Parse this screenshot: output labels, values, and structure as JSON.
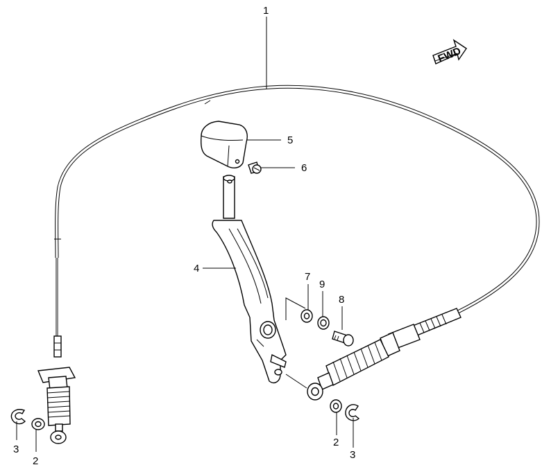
{
  "fwd_badge": {
    "text": "FWD"
  },
  "callouts": [
    {
      "id": "cable",
      "number": "1"
    },
    {
      "id": "washer-left",
      "number": "2"
    },
    {
      "id": "washer-right",
      "number": "2"
    },
    {
      "id": "eclip-left",
      "number": "3"
    },
    {
      "id": "eclip-right",
      "number": "3"
    },
    {
      "id": "lever",
      "number": "4"
    },
    {
      "id": "knob",
      "number": "5"
    },
    {
      "id": "knob-screw",
      "number": "6"
    },
    {
      "id": "washer-7",
      "number": "7"
    },
    {
      "id": "bolt",
      "number": "8"
    },
    {
      "id": "washer-9",
      "number": "9"
    }
  ]
}
